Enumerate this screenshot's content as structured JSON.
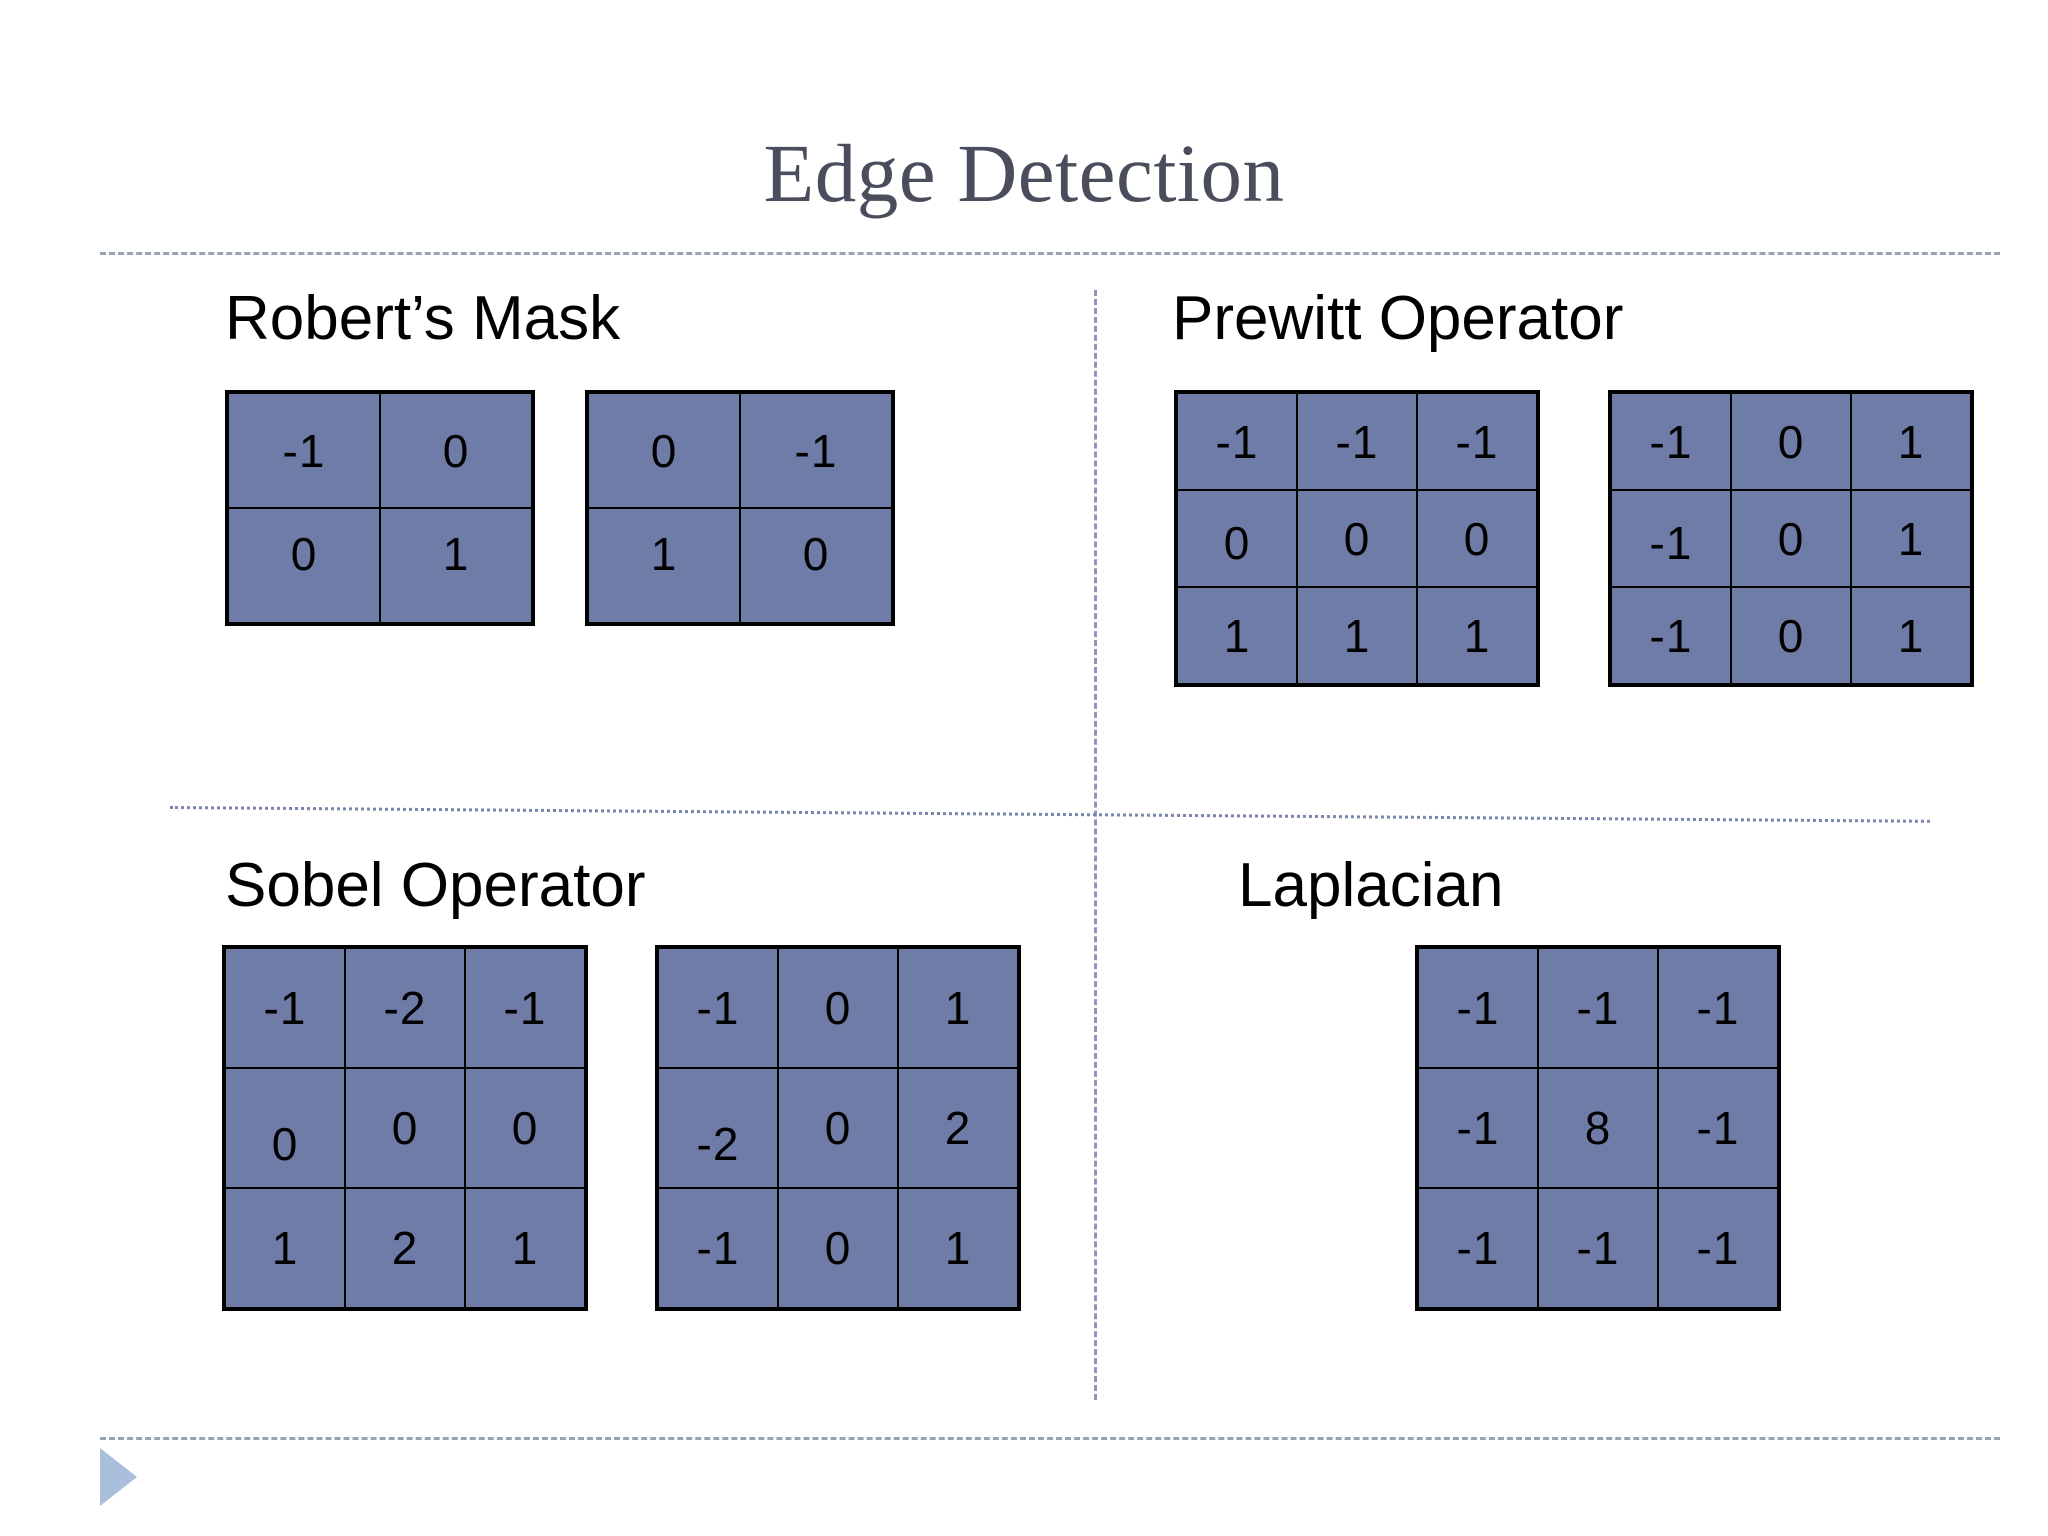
{
  "slide": {
    "title": "Edge Detection"
  },
  "sections": [
    {
      "id": "roberts",
      "heading": "Robert’s Mask",
      "matrices": [
        {
          "id": "rob-a",
          "rows": 2,
          "cols": 2,
          "values": [
            "-1",
            "0",
            "0",
            "1"
          ]
        },
        {
          "id": "rob-b",
          "rows": 2,
          "cols": 2,
          "values": [
            "0",
            "-1",
            "1",
            "0"
          ]
        }
      ]
    },
    {
      "id": "prewitt",
      "heading": "Prewitt Operator",
      "matrices": [
        {
          "id": "pre-a",
          "rows": 3,
          "cols": 3,
          "values": [
            "-1",
            "-1",
            "-1",
            "0",
            "0",
            "0",
            "1",
            "1",
            "1"
          ]
        },
        {
          "id": "pre-b",
          "rows": 3,
          "cols": 3,
          "values": [
            "-1",
            "0",
            "1",
            "-1",
            "0",
            "1",
            "-1",
            "0",
            "1"
          ]
        }
      ]
    },
    {
      "id": "sobel",
      "heading": "Sobel Operator",
      "matrices": [
        {
          "id": "sob-a",
          "rows": 3,
          "cols": 3,
          "values": [
            "-1",
            "-2",
            "-1",
            "0",
            "0",
            "0",
            "1",
            "2",
            "1"
          ]
        },
        {
          "id": "sob-b",
          "rows": 3,
          "cols": 3,
          "values": [
            "-1",
            "0",
            "1",
            "-2",
            "0",
            "2",
            "-1",
            "0",
            "1"
          ]
        }
      ]
    },
    {
      "id": "laplacian",
      "heading": "Laplacian",
      "matrices": [
        {
          "id": "lap-a",
          "rows": 3,
          "cols": 3,
          "values": [
            "-1",
            "-1",
            "-1",
            "-1",
            "8",
            "-1",
            "-1",
            "-1",
            "-1"
          ]
        }
      ]
    }
  ],
  "decor": {
    "play_triangle": "play-triangle-icon"
  },
  "colors": {
    "title_text": "#4A4E5C",
    "cell_fill": "#707CA8",
    "cell_border": "#000000",
    "divider": "#9AA3B0",
    "divider_mid": "#7A84AD",
    "triangle": "#A9BFDB",
    "background": "#FFFFFF"
  }
}
